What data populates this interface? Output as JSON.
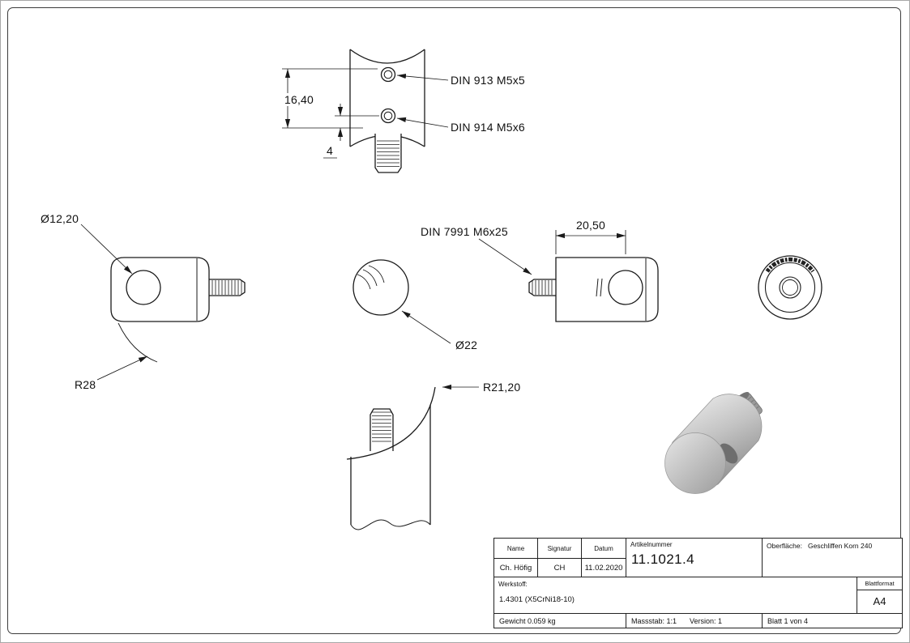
{
  "ann": {
    "din913": "DIN 913 M5x5",
    "din914": "DIN 914 M5x6",
    "dim_screw_spacing": "16,40",
    "dim_screw_offset": "4",
    "dia_cross_hole": "Ø12,20",
    "radius_back": "R28",
    "dia_body": "Ø22",
    "din7991": "DIN 7991 M6x25",
    "dim_body_length": "20,50",
    "radius_seat": "R21,20"
  },
  "tb": {
    "name_header": "Name",
    "signature_header": "Signatur",
    "date_header": "Datum",
    "name": "Ch. Höfig",
    "signature": "CH",
    "date": "11.02.2020",
    "article_label": "Artikelnummer",
    "article_number": "11.1021.4",
    "surface_label": "Oberfläche:",
    "surface_value": "Geschliffen Korn 240",
    "material_label": "Werkstoff:",
    "material_value": "1.4301 (X5CrNi18-10)",
    "format_label": "Blattformat",
    "format_value": "A4",
    "weight": "Gewicht 0.059 kg",
    "scale": "Massstab: 1:1",
    "version": "Version: 1",
    "sheet": "Blatt 1 von 4"
  },
  "colors": {
    "line": "#1a1a1a",
    "background": "#ffffff"
  }
}
